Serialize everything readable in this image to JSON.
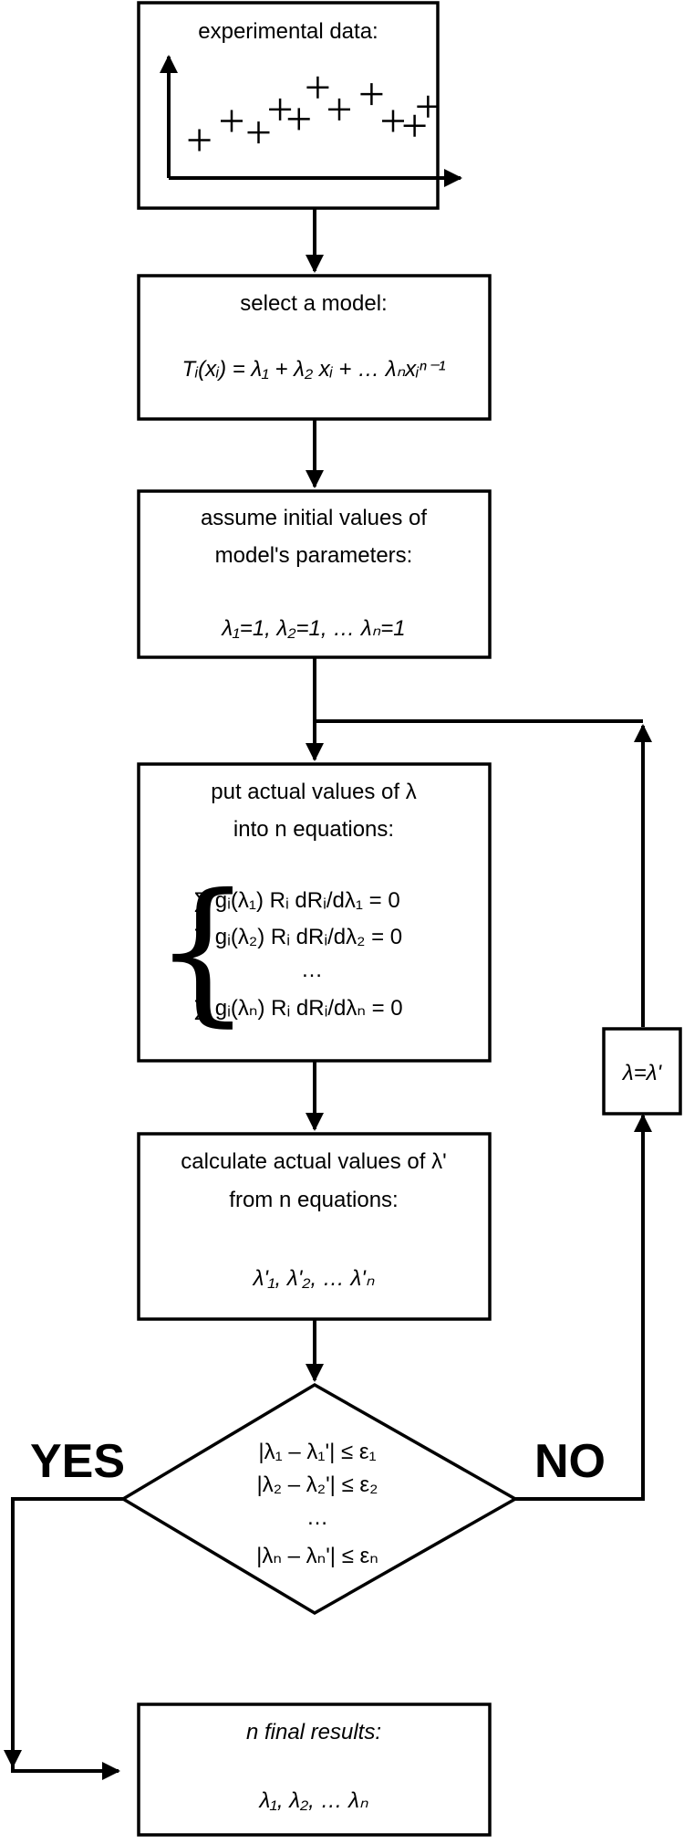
{
  "box1": {
    "title": "experimental data:"
  },
  "scatter": {
    "points": [
      [
        0.08,
        0.3
      ],
      [
        0.2,
        0.5
      ],
      [
        0.3,
        0.38
      ],
      [
        0.38,
        0.62
      ],
      [
        0.45,
        0.52
      ],
      [
        0.52,
        0.85
      ],
      [
        0.6,
        0.62
      ],
      [
        0.72,
        0.78
      ],
      [
        0.8,
        0.5
      ],
      [
        0.88,
        0.45
      ],
      [
        0.93,
        0.65
      ]
    ]
  },
  "box2": {
    "title": "select a model:",
    "formula": "Tᵢ(xᵢ) = λ₁ + λ₂ xᵢ + … λₙxᵢⁿ⁻¹"
  },
  "box3": {
    "line1": "assume initial values of",
    "line2": "model's parameters:",
    "formula": "λ₁=1, λ₂=1, … λₙ=1"
  },
  "box4": {
    "line1": "put actual values of λ",
    "line2": "into n equations:",
    "eq1": "∑ gᵢ(λ₁) Rᵢ dRᵢ/dλ₁ = 0",
    "eq2": "∑ gᵢ(λ₂) Rᵢ dRᵢ/dλ₂ = 0",
    "eq_dots": "…",
    "eq3": "∑ gᵢ(λₙ) Rᵢ dRᵢ/dλₙ = 0"
  },
  "box5": {
    "line1": "calculate actual values of λ'",
    "line2": "from n equations:",
    "formula": "λ'₁, λ'₂, … λ'ₙ"
  },
  "decision": {
    "c1": "|λ₁ – λ₁'| ≤ ε₁",
    "c2": "|λ₂ – λ₂'| ≤ ε₂",
    "dots": "…",
    "c3": "|λₙ – λₙ'| ≤ εₙ",
    "yes": "YES",
    "no": "NO"
  },
  "update_box": {
    "label": "λ=λ'"
  },
  "final_box": {
    "title": "n final results:",
    "formula": "λ₁, λ₂, … λₙ"
  }
}
